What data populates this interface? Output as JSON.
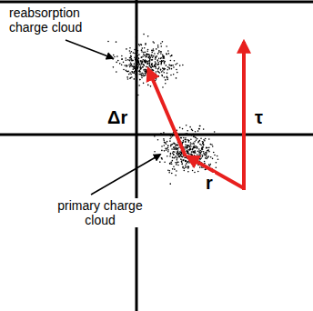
{
  "diagram": {
    "labels": [
      "reabsorption charge cloud",
      "primary charge cloud",
      "Δr",
      "r",
      "τ"
    ]
  }
}
